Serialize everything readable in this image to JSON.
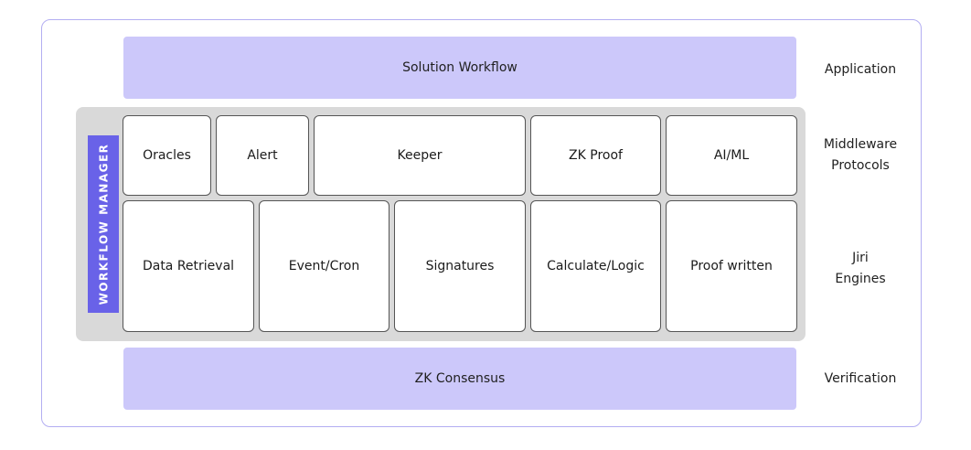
{
  "colors": {
    "frame_border": "#b3aef2",
    "lavender_bar": "#ccc8fa",
    "gray_panel": "#d9d9d9",
    "workflow_manager_bg": "#6962e8",
    "box_border": "#555555"
  },
  "layers": {
    "application": {
      "bar_label": "Solution Workflow",
      "side_label": "Application"
    },
    "middleware": {
      "side_label_line1": "Middleware",
      "side_label_line2": "Protocols",
      "boxes": [
        "Oracles",
        "Alert",
        "Keeper",
        "ZK Proof",
        "AI/ML"
      ]
    },
    "engines": {
      "side_label_line1": "Jiri",
      "side_label_line2": "Engines",
      "boxes": [
        "Data Retrieval",
        "Event/Cron",
        "Signatures",
        "Calculate/Logic",
        "Proof written"
      ]
    },
    "verification": {
      "bar_label": "ZK Consensus",
      "side_label": "Verification"
    }
  },
  "workflow_manager": {
    "label": "WORKFLOW MANAGER"
  }
}
